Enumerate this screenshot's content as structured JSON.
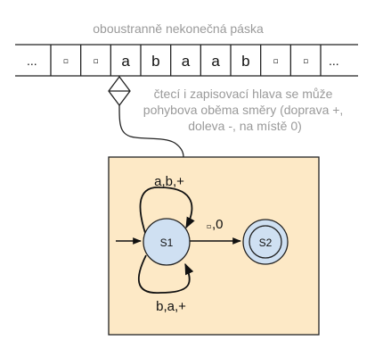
{
  "tape": {
    "caption": "oboustranně nekonečná páska",
    "left_ellipsis": "...",
    "right_ellipsis": "...",
    "cells": [
      "▫",
      "▫",
      "a",
      "b",
      "a",
      "a",
      "b",
      "▫",
      "▫"
    ]
  },
  "head": {
    "description_lines": [
      "čtecí i zapisovací hlava se může",
      "pohybova oběma směry (doprava +,",
      "doleva -, na místě 0)"
    ]
  },
  "automaton": {
    "colors": {
      "box_fill": "#fde9c6",
      "state_fill": "#cfe0f2"
    },
    "states": [
      {
        "id": "S1",
        "label": "S1"
      },
      {
        "id": "S2",
        "label": "S2",
        "accepting": true
      }
    ],
    "transitions": {
      "top_loop": "a,b,+",
      "bottom_loop": "b,a,+",
      "s1_to_s2_symbol": "▫",
      "s1_to_s2_rest": ",0"
    }
  }
}
